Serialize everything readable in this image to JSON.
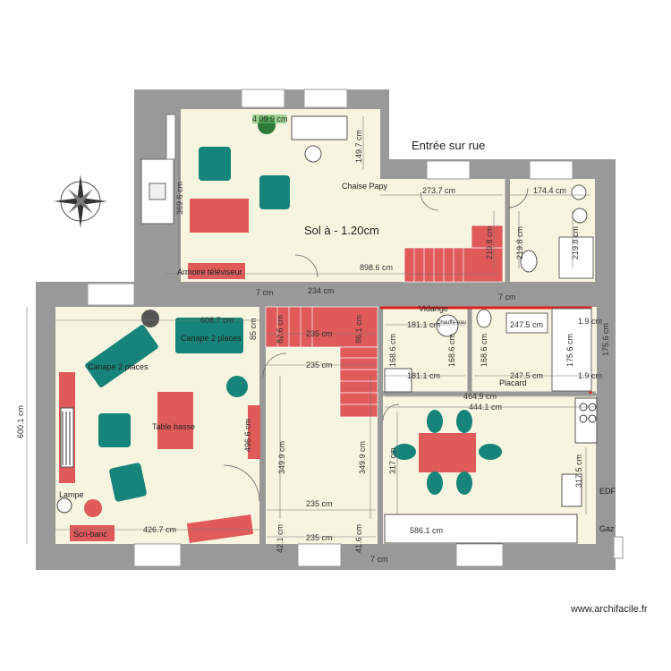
{
  "plan": {
    "level_note": "Sol à - 1.20cm",
    "entry_note": "Entrée sur rue",
    "watermark": "www.archifacile.fr",
    "rooms": {
      "living_label": "Table basse",
      "sofa_1": "Canape 2 places",
      "sofa_2": "Canape 2 places",
      "lamp": "Lampe",
      "desk": "Scri-banc",
      "chair": "Chaise Papy",
      "tv": "Armoire téléviseur",
      "vidange": "Vidange",
      "chauffe": "Chauffe-eau",
      "placard": "Placard",
      "gaz": "Gaz",
      "edf": "EDF"
    },
    "colors": {
      "wall": "#999999",
      "floor": "#f7f4df",
      "teal": "#16847a",
      "red": "#e05a5a",
      "stairs": "#e05a5a",
      "highlight": "#e02020"
    }
  },
  "dimensions": {
    "d1": "4 09.9 cm",
    "d2": "369.6 cm",
    "d3": "149.7 cm",
    "d4": "273.7 cm",
    "d5": "174.4 cm",
    "d6": "219.8 cm",
    "d7": "219.8 cm",
    "d8": "219.8 cm",
    "d9": "898.6 cm",
    "d10": "7 cm",
    "d11": "234 cm",
    "d12": "7 cm",
    "d13": "608.7 cm",
    "d14": "85 cm",
    "d15": "82.6 cm",
    "d16": "235 cm",
    "d17": "86.1 cm",
    "d18": "181.1 cm",
    "d19": "247.5 cm",
    "d20": "1.9 cm",
    "d21": "175.6 cm",
    "d22": "235 cm",
    "d23": "168.6 cm",
    "d24": "168.6 cm",
    "d25": "168.6 cm",
    "d26": "175.6 cm",
    "d27": "181.1 cm",
    "d28": "247.5 cm",
    "d29": "1.9 cm",
    "d30": "464.9 cm",
    "d31": "444.1 cm",
    "d32": "600.1 cm",
    "d33": "496.6 cm",
    "d34": "349.9 cm",
    "d35": "349.9 cm",
    "d36": "317 cm",
    "d37": "317.5 cm",
    "d38": "235 cm",
    "d39": "426.7 cm",
    "d40": "235 cm",
    "d41": "42.1 cm",
    "d42": "41.6 cm",
    "d43": "586.1 cm",
    "d44": "7 cm"
  }
}
